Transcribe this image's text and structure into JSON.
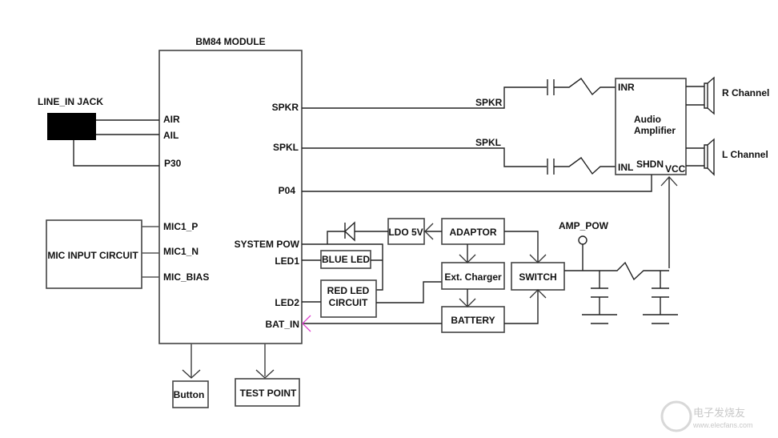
{
  "diagram": {
    "module": {
      "title": "BM84 MODULE",
      "pins_left": [
        "AIR",
        "AIL",
        "P30",
        "MIC1_P",
        "MIC1_N",
        "MIC_BIAS"
      ],
      "pins_right": [
        "SPKR",
        "SPKL",
        "P04",
        "SYSTEM POW",
        "LED1",
        "LED2",
        "BAT_IN"
      ]
    },
    "line_in_jack": {
      "label": "LINE_IN JACK"
    },
    "mic_input": {
      "label": "MIC INPUT CIRCUIT"
    },
    "net_labels": {
      "spkr": "SPKR",
      "spkl": "SPKL",
      "amp_pow": "AMP_POW"
    },
    "amplifier": {
      "label_line1": "Audio",
      "label_line2": "Amplifier",
      "pins": {
        "inr": "INR",
        "inl": "INL",
        "shdn": "SHDN",
        "vcc": "VCC"
      }
    },
    "speakers": {
      "right": "R Channel",
      "left": "L Channel"
    },
    "blocks": {
      "ldo": "LDO 5V",
      "adaptor": "ADAPTOR",
      "blue_led": "BLUE LED",
      "red_led_line1": "RED LED",
      "red_led_line2": "CIRCUIT",
      "charger": "Ext. Charger",
      "switch": "SWITCH",
      "battery": "BATTERY",
      "button": "Button",
      "test_point": "TEST POINT"
    },
    "watermark": {
      "cn": "电子发烧友",
      "url": "www.elecfans.com"
    }
  }
}
